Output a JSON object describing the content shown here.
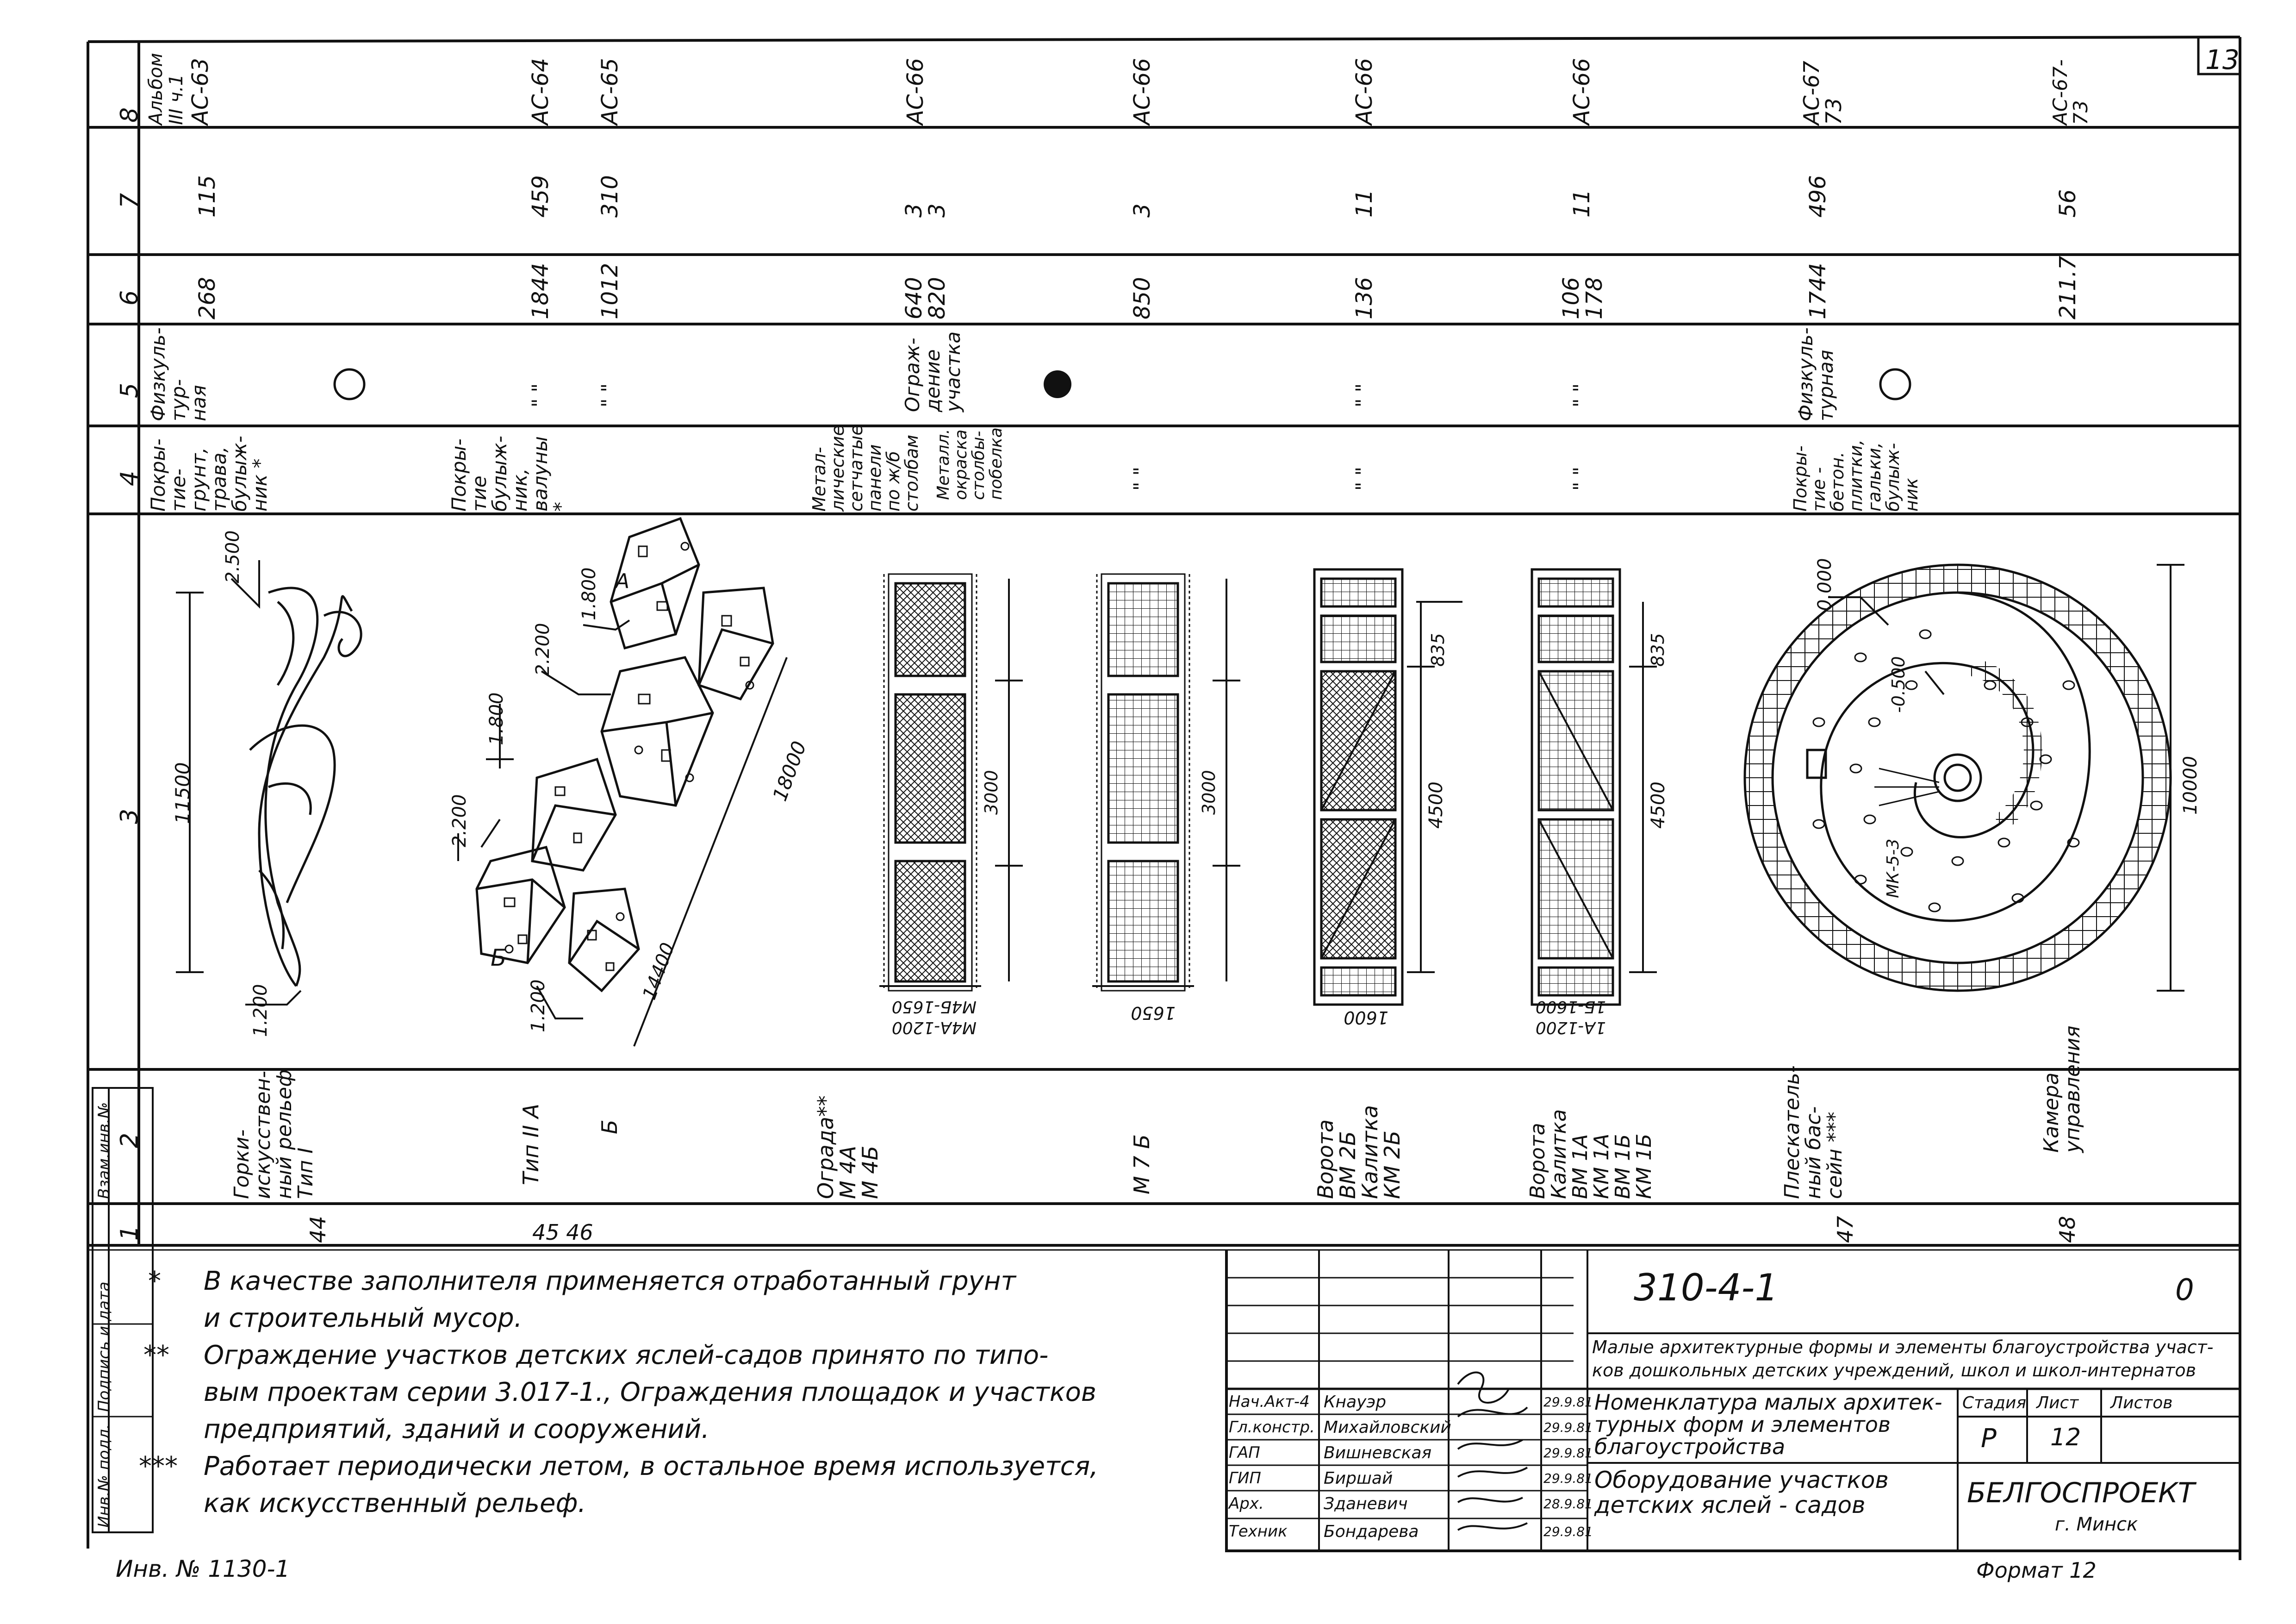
{
  "corner_mark": "13",
  "inventory_number": "Инв. № 1130-1",
  "side_stamp": {
    "inv_original": "Инв.№ подл.",
    "signature_date": "Подпись и дата",
    "replaces_inv": "Взам.инв.№"
  },
  "column_headers": [
    "8",
    "7",
    "6",
    "5",
    "4",
    "3",
    "2",
    "1"
  ],
  "rows": [
    {
      "c1": "44",
      "c2": [
        "Горки-",
        "искусствен-",
        "ный рельеф",
        "Тип I"
      ],
      "c4": [
        "Покры-",
        "тие-",
        "грунт,",
        "трава,",
        "булыж-",
        "ник *"
      ],
      "c5": [
        "Физкуль-",
        "тур-",
        "ная"
      ],
      "c5_mark": "circle",
      "c6": [
        "268"
      ],
      "c7": [
        "115"
      ],
      "c8": [
        "Альбом",
        "III ч.1",
        "АС-63"
      ]
    },
    {
      "c1": "45 46",
      "c2": [
        "Тип II  А",
        "Б"
      ],
      "c4": [
        "Покры-",
        "тие",
        "булыж-",
        "ник,",
        "валуны",
        "*"
      ],
      "c5": [
        "\" \"",
        "\" \""
      ],
      "c5_mark": "",
      "c6": [
        "1844",
        "1012"
      ],
      "c7": [
        "459",
        "310"
      ],
      "c8": [
        "АС-64",
        "АС-65"
      ]
    },
    {
      "c1": "",
      "c2": [
        "Ограда**",
        "М 4А",
        "М 4Б"
      ],
      "c4": [
        "Метал-",
        "лические",
        "сетчатые",
        "панели",
        "по ж/б",
        "столбам"
      ],
      "c4b": [
        "Металл.",
        "окраска",
        "столбы-",
        "побелка"
      ],
      "c5": [
        "Ограж-",
        "дение",
        "участка"
      ],
      "c5_mark": "dot",
      "c6": [
        "640",
        "820"
      ],
      "c7": [
        "3",
        "3"
      ],
      "c8": [
        "АС-66"
      ]
    },
    {
      "c1": "",
      "c2": [
        "М 7 Б"
      ],
      "c4": [
        "\" \""
      ],
      "c5": [
        ""
      ],
      "c5_mark": "",
      "c6": [
        "850"
      ],
      "c7": [
        "3"
      ],
      "c8": [
        "АС-66"
      ]
    },
    {
      "c1": "",
      "c2": [
        "Ворота",
        "ВМ 2Б",
        "Калитка",
        "КМ 2Б"
      ],
      "c4": [
        "\" \""
      ],
      "c5": [
        "\" \""
      ],
      "c5_mark": "",
      "c6": [
        "136"
      ],
      "c7": [
        "11"
      ],
      "c8": [
        "АС-66"
      ]
    },
    {
      "c1": "",
      "c2": [
        "Ворота",
        "Калитка",
        "ВМ 1А",
        "КМ 1А",
        "ВМ 1Б",
        "КМ 1Б"
      ],
      "c4": [
        "\" \""
      ],
      "c5": [
        "\" \""
      ],
      "c5_mark": "",
      "c6": [
        "106",
        "178"
      ],
      "c7": [
        "11"
      ],
      "c8": [
        "АС-66"
      ]
    },
    {
      "c1": "47",
      "c2": [
        "Плескатель-",
        "ный бас-",
        "сейн ***"
      ],
      "c4": [
        "Покры-",
        "тие -",
        "бетон.",
        "плитки,",
        "гальки,",
        "булыж-",
        "ник"
      ],
      "c5": [
        "Физкуль-",
        "турная"
      ],
      "c5_mark": "circle",
      "c6": [
        "1744"
      ],
      "c7": [
        "496"
      ],
      "c8": [
        "АС-67",
        "73"
      ]
    },
    {
      "c1": "48",
      "c2": [
        "Камера",
        "управления"
      ],
      "c4": [
        ""
      ],
      "c5": [
        ""
      ],
      "c5_mark": "",
      "c6": [
        "211.7"
      ],
      "c7": [
        "56"
      ],
      "c8": [
        "АС-67-",
        "73"
      ]
    }
  ],
  "dimensions": {
    "d1": [
      "2.500",
      "11500",
      "1.200"
    ],
    "d2": [
      "1.800",
      "2.200",
      "1.800",
      "2.200",
      "1.200",
      "18000",
      "14400",
      "А",
      "Б"
    ],
    "d3": [
      "3000",
      "М4А-1200",
      "М4Б-1650"
    ],
    "d4": [
      "3000",
      "1650"
    ],
    "d5": [
      "835",
      "4500",
      "1600"
    ],
    "d6": [
      "835",
      "4500",
      "1А-1200",
      "1Б-1600"
    ],
    "d7": [
      "0.000",
      "-0.500",
      "10000",
      "МК-5-3"
    ]
  },
  "notes": [
    {
      "mark": "*",
      "lines": [
        "В качестве заполнителя применяется отработанный грунт",
        "и строительный мусор."
      ]
    },
    {
      "mark": "**",
      "lines": [
        "Ограждение участков детских яслей-садов принято по типо-",
        "вым проектам серии 3.017-1., Ограждения площадок и участков",
        "предприятий, зданий и сооружений."
      ]
    },
    {
      "mark": "***",
      "lines": [
        "Работает периодически летом, в остальное время используется,",
        "как искусственный рельеф."
      ]
    }
  ],
  "title_block": {
    "doc_code": "310-4-1",
    "sheet_no_right": "0",
    "subtitle": [
      "Малые архитектурные формы и элементы благоустройства участ-",
      "ков дошкольных детских учреждений, школ и школ-интернатов"
    ],
    "staff": [
      {
        "role": "Нач.Акт-4",
        "name": "Кнауэр",
        "date": "29.9.81"
      },
      {
        "role": "Гл.констр.",
        "name": "Михайловский",
        "date": "29.9.81"
      },
      {
        "role": "ГАП",
        "name": "Вишневская",
        "date": "29.9.81"
      },
      {
        "role": "ГИП",
        "name": "Биршай",
        "date": "29.9.81"
      },
      {
        "role": "Арх.",
        "name": "Зданевич",
        "date": "28.9.81"
      },
      {
        "role": "Техник",
        "name": "Бондарева",
        "date": "29.9.81"
      }
    ],
    "title1": [
      "Номенклатура малых архитек-",
      "турных форм и элементов",
      "благоустройства"
    ],
    "title2": [
      "Оборудование участков",
      "детских яслей - садов"
    ],
    "stage_label": "Стадия",
    "sheet_label": "Лист",
    "sheets_label": "Листов",
    "stage": "Р",
    "sheet": "12",
    "sheets": "",
    "org": "БЕЛГОСПРОЕКТ",
    "city": "г. Минск"
  },
  "format_label": "Формат 12"
}
